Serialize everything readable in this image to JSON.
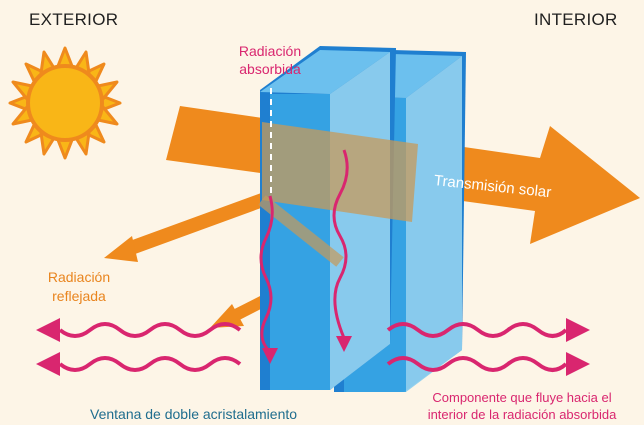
{
  "labels": {
    "exterior": "EXTERIOR",
    "interior": "INTERIOR",
    "absorbed": [
      "Radiación",
      "absorbida"
    ],
    "reflected": [
      "Radiación",
      "reflejada"
    ],
    "transmission": "Transmisión solar",
    "window": "Ventana de doble acristalamiento",
    "component": [
      "Componente que fluye hacia el",
      "interior de la radiación absorbida"
    ]
  },
  "icons": {
    "sun": "sun-icon"
  },
  "colors": {
    "background": "#fdf5e7",
    "sun_fill": "#f9b617",
    "sun_stroke": "#ef8a1d",
    "transmission_arrow": "#ef8a1d",
    "reflection_arrow": "#ef8a1d",
    "heat_arrows": "#d9266f",
    "glass_front": "#37a5e4",
    "glass_edge": "#1f7fd0",
    "glass_tint": "#8ecfee",
    "window_label": "#1f6d8e"
  }
}
